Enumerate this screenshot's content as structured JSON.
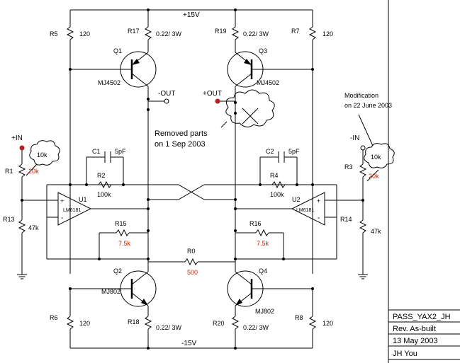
{
  "rails": {
    "pos": "+15V",
    "neg": "-15V"
  },
  "resistors": {
    "R5": {
      "ref": "R5",
      "value": "120"
    },
    "R17": {
      "ref": "R17",
      "value": "0.22/ 3W"
    },
    "R19": {
      "ref": "R19",
      "value": "0.22/ 3W"
    },
    "R7": {
      "ref": "R7",
      "value": "120"
    },
    "R1": {
      "ref": "R1",
      "value": "20k",
      "new_value": "10k"
    },
    "R13": {
      "ref": "R13",
      "value": "47k"
    },
    "R2": {
      "ref": "R2",
      "value": "100k"
    },
    "R15": {
      "ref": "R15",
      "value": "7.5k"
    },
    "R0": {
      "ref": "R0",
      "value": "500"
    },
    "R16": {
      "ref": "R16",
      "value": "7.5k"
    },
    "R4": {
      "ref": "R4",
      "value": "100k"
    },
    "R3": {
      "ref": "R3",
      "value": "20k",
      "new_value": "10k"
    },
    "R14": {
      "ref": "R14",
      "value": "47k"
    },
    "R6": {
      "ref": "R6",
      "value": "120"
    },
    "R18": {
      "ref": "R18",
      "value": "0.22/ 3W"
    },
    "R20": {
      "ref": "R20",
      "value": "0.22/ 3W"
    },
    "R8": {
      "ref": "R8",
      "value": "120"
    }
  },
  "capacitors": {
    "C1": {
      "ref": "C1",
      "value": "5pF"
    },
    "C2": {
      "ref": "C2",
      "value": "5pF"
    }
  },
  "transistors": {
    "Q1": {
      "ref": "Q1",
      "part": "MJ4502"
    },
    "Q3": {
      "ref": "Q3",
      "part": "MJ4502"
    },
    "Q2": {
      "ref": "Q2",
      "part": "MJ802"
    },
    "Q4": {
      "ref": "Q4",
      "part": "MJ802"
    }
  },
  "opamps": {
    "U1": {
      "ref": "U1",
      "part": "LM6181"
    },
    "U2": {
      "ref": "U2",
      "part": "LM6181"
    }
  },
  "terminals": {
    "in_pos": "+IN",
    "in_neg": "-IN",
    "out_pos": "+OUT",
    "out_neg": "-OUT"
  },
  "annotations": {
    "removed_line1": "Removed parts",
    "removed_line2": "on 1 Sep 2003",
    "mod_line1": "Modification",
    "mod_line2": "on 22 June 2003"
  },
  "title_block": {
    "name": "PASS_YAX2_JH",
    "rev": "Rev. As-built",
    "date": "13 May 2003",
    "author": "JH You"
  },
  "colors": {
    "modified_value": "#cc2200",
    "wire": "#000000"
  }
}
